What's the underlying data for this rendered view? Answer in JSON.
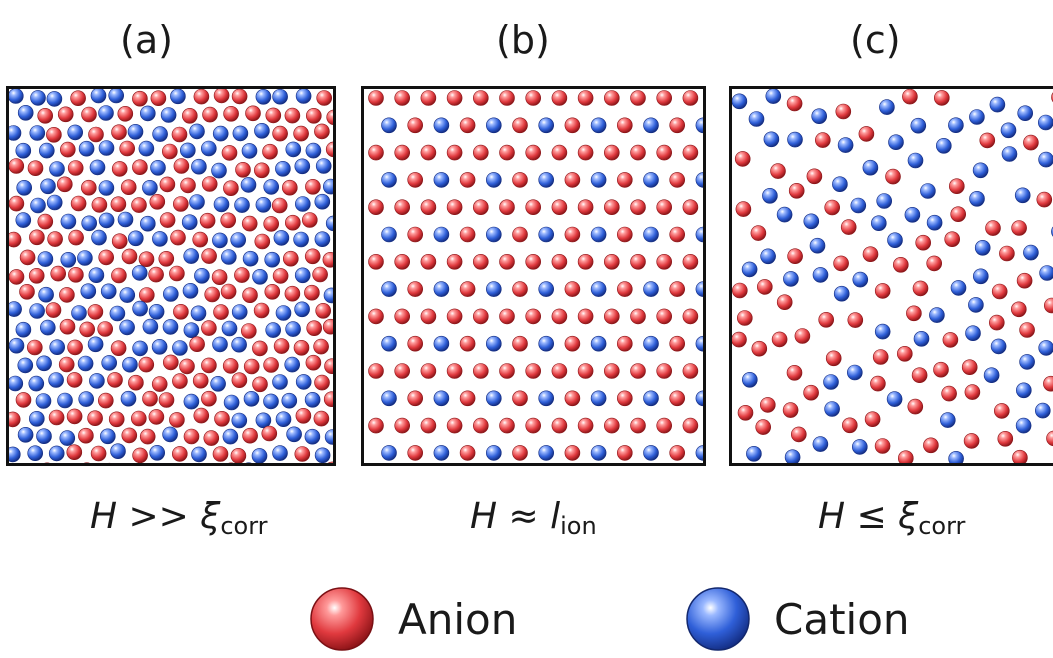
{
  "panels": [
    {
      "label": "(a)",
      "caption_main": "H  >> ξ",
      "caption_sub": "corr",
      "arrangement": "dense-disordered"
    },
    {
      "label": "(b)",
      "caption_main": "H  ≈  l",
      "caption_sub": "ion",
      "arrangement": "ordered-lattice"
    },
    {
      "label": "(c)",
      "caption_main": "H  ≤  ξ",
      "caption_sub": "corr",
      "arrangement": "sparse-disordered"
    }
  ],
  "legend": {
    "anion": {
      "label": "Anion",
      "color": "#e0393e",
      "icon": "red-sphere-icon"
    },
    "cation": {
      "label": "Cation",
      "color": "#2f5fd8",
      "icon": "blue-sphere-icon"
    }
  }
}
